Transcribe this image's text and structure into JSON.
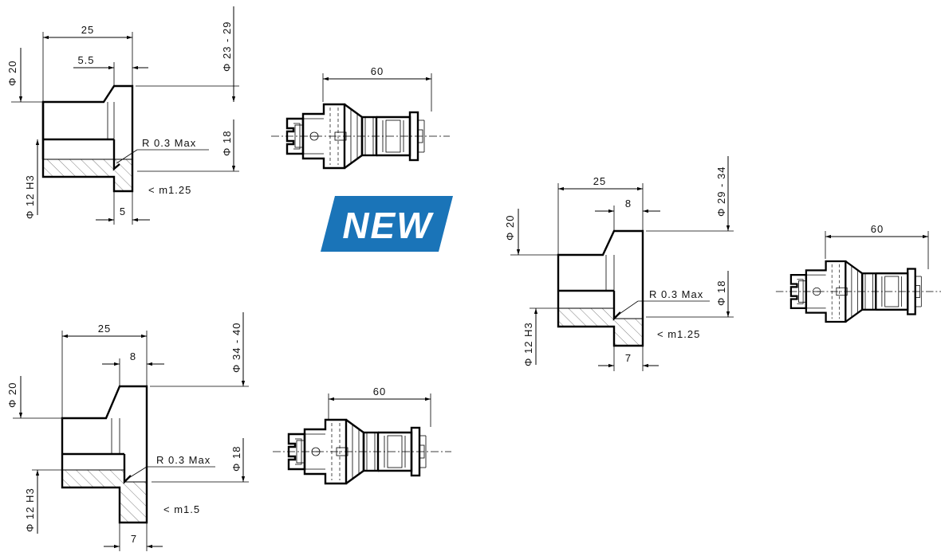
{
  "badge": {
    "label": "NEW",
    "color": "#1a74b8"
  },
  "top_left": {
    "overall_length": "25",
    "inner_width": "5.5",
    "flange_diameter": "Φ 23 - 29",
    "body_diameter": "Φ 20",
    "collar_diameter": "Φ 18",
    "bore": "Φ 12 H3",
    "radius": "R 0.3 Max",
    "thread": "< m1.25",
    "flange_width": "5"
  },
  "top_center_assembly": {
    "length": "60"
  },
  "right": {
    "overall_length": "25",
    "inner_width": "8",
    "flange_diameter": "Φ 29 - 34",
    "body_diameter": "Φ 20",
    "collar_diameter": "Φ 18",
    "bore": "Φ 12 H3",
    "radius": "R 0.3 Max",
    "thread": "< m1.25",
    "flange_width": "7"
  },
  "right_assembly": {
    "length": "60"
  },
  "bottom_left": {
    "overall_length": "25",
    "inner_width": "8",
    "flange_diameter": "Φ 34 - 40",
    "body_diameter": "Φ 20",
    "collar_diameter": "Φ 18",
    "bore": "Φ 12 H3",
    "radius": "R 0.3 Max",
    "thread": "< m1.5",
    "flange_width": "7"
  },
  "bottom_center_assembly": {
    "length": "60"
  }
}
